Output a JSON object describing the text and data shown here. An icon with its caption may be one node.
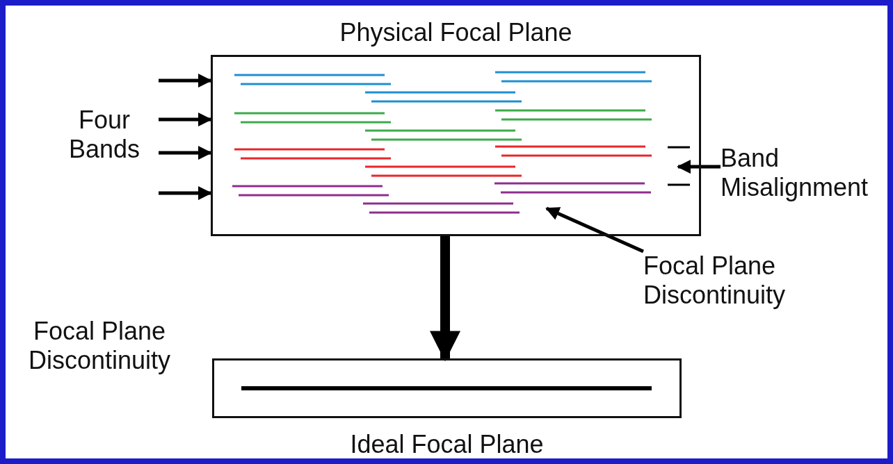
{
  "diagram": {
    "nodes": [
      {
        "text": [
          "Physical Focal Plane"
        ]
      },
      {
        "text": [
          "Ideal Focal Plane"
        ]
      },
      {
        "text": [
          "Band Misalignment"
        ]
      },
      {
        "text": [
          "Focal Plane Discontinuity"
        ]
      }
    ],
    "edges": [
      {
        "from": 0,
        "to": 1,
        "arrow": "to",
        "style": "thick"
      },
      {
        "from": null,
        "to": 0,
        "arrow": "to"
      },
      {
        "from": null,
        "to": 0,
        "arrow": "to"
      },
      {
        "from": null,
        "to": 0,
        "arrow": "to"
      },
      {
        "from": null,
        "to": 0,
        "arrow": "to"
      },
      {
        "from": 2,
        "to": 0,
        "arrow": "to"
      },
      {
        "from": 3,
        "to": 0,
        "arrow": "to"
      }
    ],
    "labels": [
      "Four Bands",
      "Focal Plane Discontinuity"
    ]
  }
}
